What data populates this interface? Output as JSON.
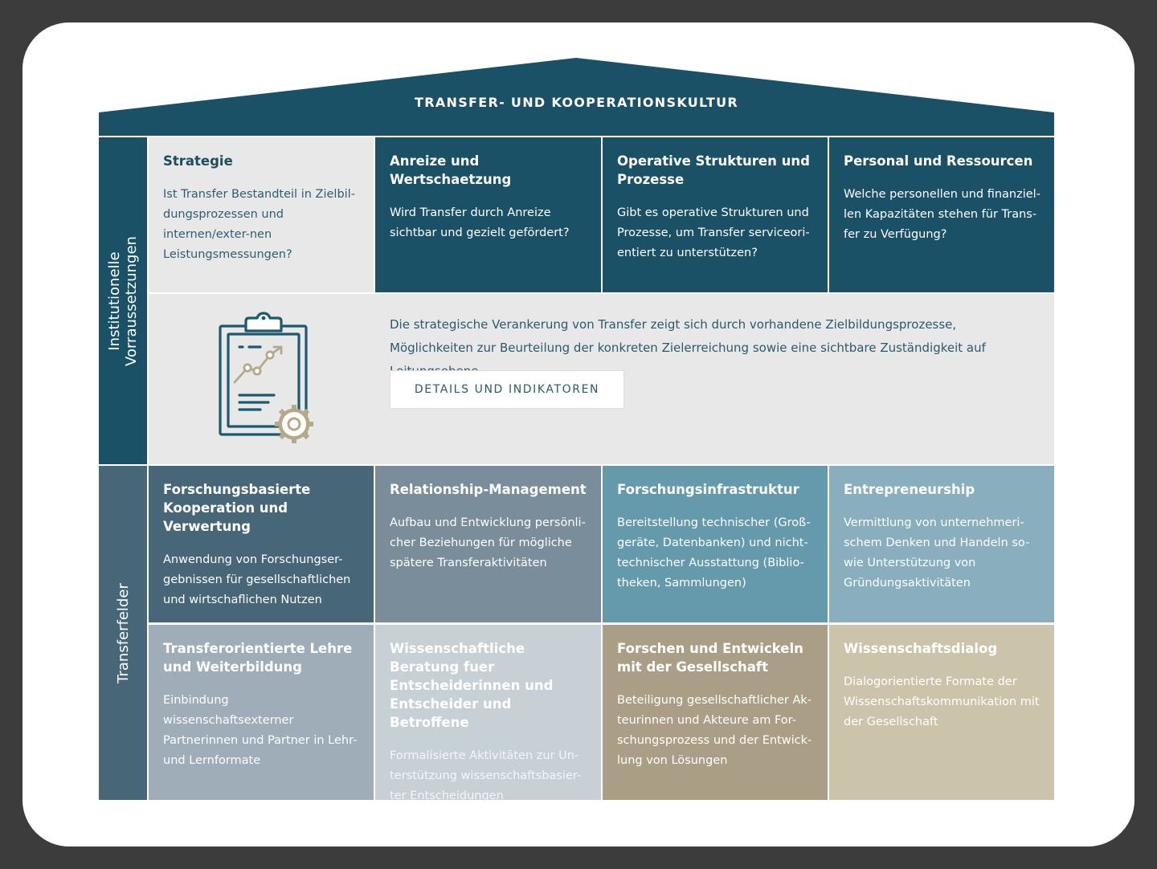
{
  "roof": {
    "title": "TRANSFER- UND KOOPERATIONSKULTUR"
  },
  "sections": {
    "institutional": {
      "line1": "Institutionelle",
      "line2": "Vorraussetzungen"
    },
    "fields": {
      "label": "Transferfelder"
    }
  },
  "top_row": [
    {
      "title": "Strategie",
      "text": "Ist Transfer Bestandteil in Zielbil-dungsprozessen und internen/exter-nen Leistungsmessungen?"
    },
    {
      "title": "Anreize und Wertschaetzung",
      "text": "Wird Transfer durch Anreize sichtbar und gezielt gefördert?"
    },
    {
      "title": "Operative Strukturen und Prozesse",
      "text": "Gibt es operative Strukturen und Prozesse, um Transfer serviceori-entiert zu unterstützen?"
    },
    {
      "title": "Personal und Ressourcen",
      "text": "Welche personellen und finanziel-len Kapazitäten stehen für Trans-fer zu Verfügung?"
    }
  ],
  "detail": {
    "text": "Die strategische Verankerung von Transfer zeigt sich durch vorhandene Zielbildungsprozesse, Möglichkeiten zur Beurteilung der konkreten Zielerreichung sowie eine sichtbare Zuständigkeit auf Leitungsebene.",
    "button": "DETAILS UND INDIKATOREN",
    "icon": "clipboard-chart-gear-icon"
  },
  "fields_row1": [
    {
      "title": "Forschungsbasierte Kooperation und Verwertung",
      "text": "Anwendung von Forschungser-gebnissen für gesellschaftlichen und wirtschaflichen Nutzen"
    },
    {
      "title": "Relationship-Management",
      "text": "Aufbau und Entwicklung persönli-cher Beziehungen für mögliche spätere Transferaktivitäten"
    },
    {
      "title": "Forschungsinfrastruktur",
      "text": "Bereitstellung technischer (Groß-geräte, Datenbanken) und nicht-technischer Ausstattung (Biblio-theken, Sammlungen)"
    },
    {
      "title": "Entrepreneurship",
      "text": "Vermittlung von unternehmeri-schem Denken und Handeln so-wie Unterstützung von Gründungsaktivitäten"
    }
  ],
  "fields_row2": [
    {
      "title": "Transferorientierte Lehre und Weiterbildung",
      "text": "Einbindung wissenschaftsexterner Partnerinnen und Partner in Lehr-und Lernformate"
    },
    {
      "title": "Wissenschaftliche Beratung fuer Entscheiderinnen und Entscheider und Betroffene",
      "text": "Formalisierte Aktivitäten zur Un-terstützung wissenschaftsbasier-ter Entscheidungen"
    },
    {
      "title": "Forschen und Entwickeln mit der Gesellschaft",
      "text": "Beteiligung gesellschaftlicher Ak-teurinnen und Akteure am For-schungsprozess und der Entwick-lung von Lösungen"
    },
    {
      "title": "Wissenschaftsdialog",
      "text": "Dialogorientierte Formate der Wissenschaftskommunikation mit der Gesellschaft"
    }
  ],
  "colors": {
    "primary": "#1a5166",
    "frame": "#3c3c3c",
    "field_colors": [
      "#476779",
      "#7a8d9b",
      "#6599ac",
      "#89aebd",
      "#9fadb8",
      "#c6d0d5",
      "#ab9e86",
      "#ccc3ab"
    ]
  }
}
